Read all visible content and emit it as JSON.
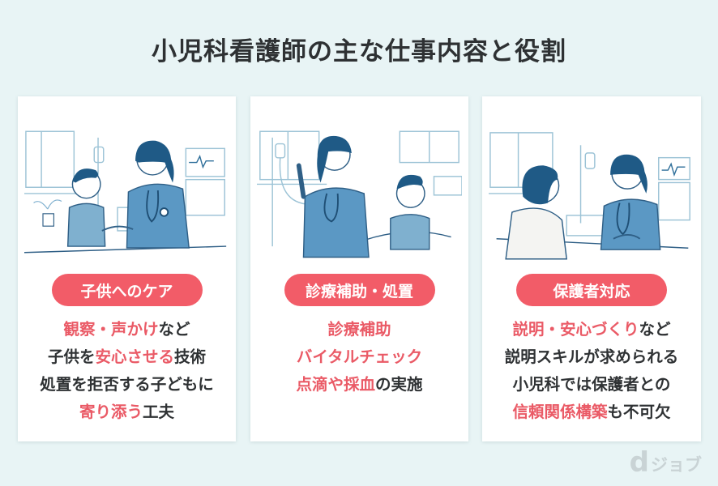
{
  "page": {
    "title": "小児科看護師の主な仕事内容と役割",
    "background_color": "#e8f4f5",
    "accent_color": "#f25c68",
    "highlight_text_color": "#ea5a66",
    "body_text_color": "#2f3234"
  },
  "cards": [
    {
      "illustration": "nurse-holding-child-hands-at-bedside",
      "label": "子供へのケア",
      "lines": [
        [
          {
            "text": "観察・声かけ",
            "hl": true
          },
          {
            "text": "など",
            "hl": false
          }
        ],
        [
          {
            "text": "子供を",
            "hl": false
          },
          {
            "text": "安心させる",
            "hl": true
          },
          {
            "text": "技術",
            "hl": false
          }
        ],
        [
          {
            "text": "処置を拒否する子どもに",
            "hl": false
          }
        ],
        [
          {
            "text": "寄り添う",
            "hl": true
          },
          {
            "text": "工夫",
            "hl": false
          }
        ]
      ]
    },
    {
      "illustration": "nurse-explaining-to-smiling-child-thumbs-up",
      "label": "診療補助・処置",
      "lines": [
        [
          {
            "text": "診療補助",
            "hl": true
          }
        ],
        [
          {
            "text": "バイタルチェック",
            "hl": true
          }
        ],
        [
          {
            "text": "点滴や採血",
            "hl": true
          },
          {
            "text": "の実施",
            "hl": false
          }
        ]
      ]
    },
    {
      "illustration": "nurse-talking-with-parent",
      "label": "保護者対応",
      "lines": [
        [
          {
            "text": "説明・安心づくり",
            "hl": true
          },
          {
            "text": "など",
            "hl": false
          }
        ],
        [
          {
            "text": "説明スキルが求められる",
            "hl": false
          }
        ],
        [
          {
            "text": "小児科では保護者との",
            "hl": false
          }
        ],
        [
          {
            "text": "信頼関係構築",
            "hl": true
          },
          {
            "text": "も不可欠",
            "hl": false
          }
        ]
      ]
    }
  ],
  "logo": {
    "mark": "d",
    "text": "ジョブ"
  }
}
